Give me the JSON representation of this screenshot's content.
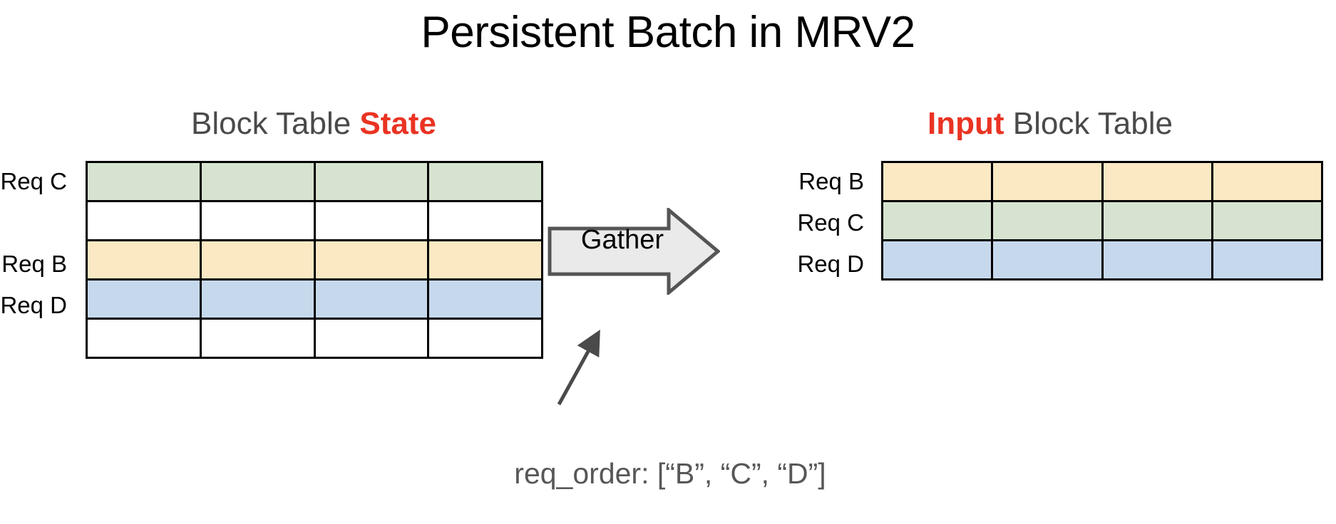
{
  "slide": {
    "title": "Persistent Batch in MRV2",
    "background_color": "#ffffff"
  },
  "colors": {
    "accent_red": "#ea3323",
    "heading_gray": "#4a4a4a",
    "caption_gray": "#575757",
    "cell_green": "#d6e3d0",
    "cell_yellow": "#fbe9c4",
    "cell_blue": "#c6d9ec",
    "cell_empty": "#ffffff",
    "cell_border": "#000000",
    "arrow_fill": "#eaeaea",
    "arrow_stroke": "#555555"
  },
  "left_panel": {
    "heading": {
      "prefix": "Block Table ",
      "accent": "State"
    },
    "table_name": "block-table-state",
    "columns": 4,
    "rows": [
      {
        "label": "Req C",
        "color_key": "cell_green",
        "fill": "#d6e3d0"
      },
      {
        "label": "",
        "color_key": "cell_empty",
        "fill": "#ffffff"
      },
      {
        "label": "Req B",
        "color_key": "cell_yellow",
        "fill": "#fbe9c4"
      },
      {
        "label": "Req D",
        "color_key": "cell_blue",
        "fill": "#c6d9ec"
      },
      {
        "label": "",
        "color_key": "cell_empty",
        "fill": "#ffffff"
      }
    ]
  },
  "right_panel": {
    "heading": {
      "accent": "Input",
      "suffix": " Block Table"
    },
    "table_name": "input-block-table",
    "columns": 4,
    "rows": [
      {
        "label": "Req B",
        "color_key": "cell_yellow",
        "fill": "#fbe9c4"
      },
      {
        "label": "Req C",
        "color_key": "cell_green",
        "fill": "#d6e3d0"
      },
      {
        "label": "Req D",
        "color_key": "cell_blue",
        "fill": "#c6d9ec"
      }
    ]
  },
  "gather": {
    "label": "Gather",
    "icon": "right-arrow-icon"
  },
  "annotation": {
    "caption": "req_order: [“B”, “C”, “D”]",
    "pointer_icon": "callout-arrow-icon"
  }
}
